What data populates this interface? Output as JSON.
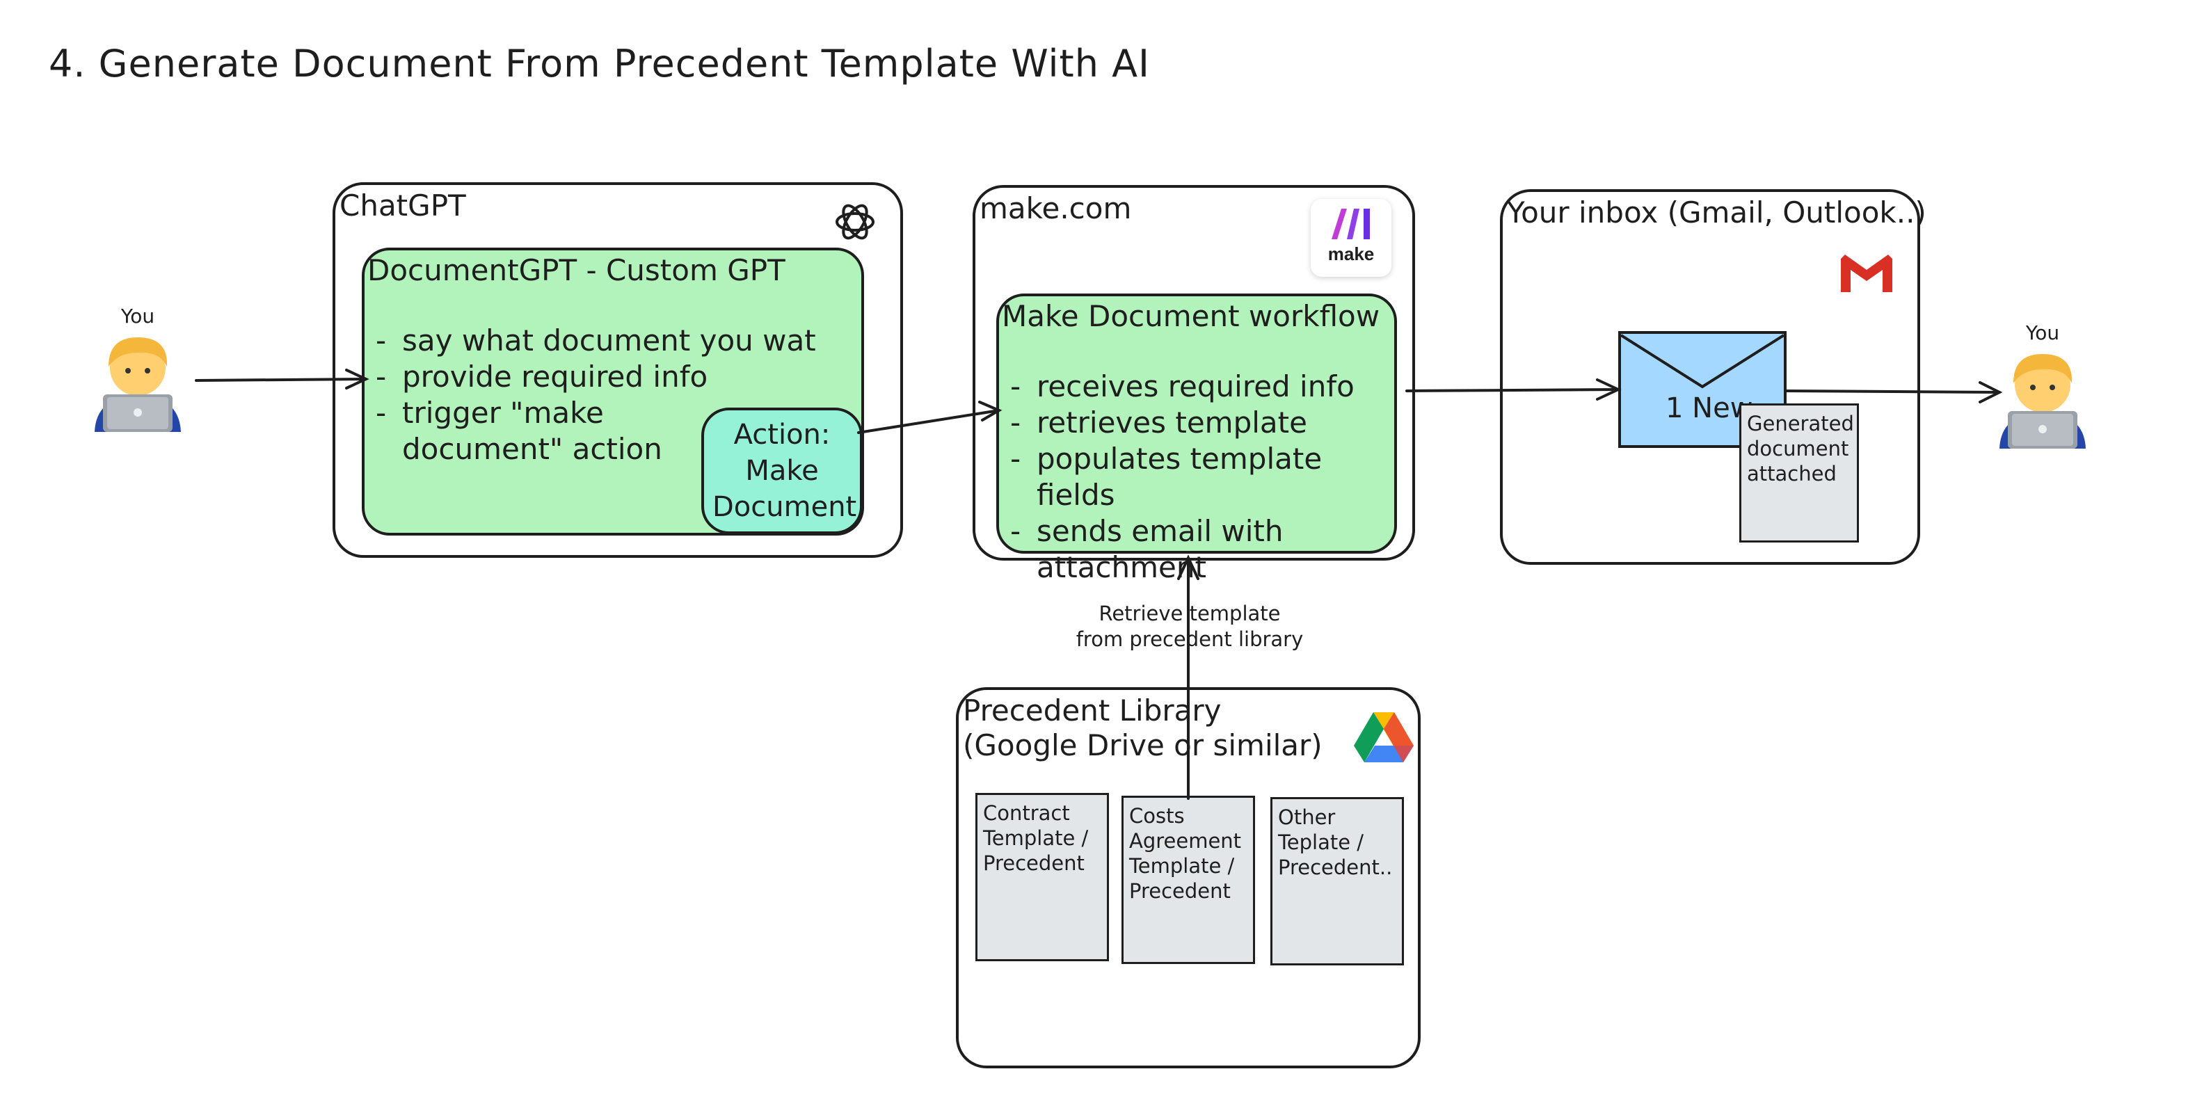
{
  "title": "4. Generate Document From Precedent Template With AI",
  "actors": {
    "left_label": "You",
    "right_label": "You"
  },
  "chatgpt": {
    "label": "ChatGPT",
    "icon": "openai-logo-icon",
    "card_title": "DocumentGPT - Custom GPT",
    "items": [
      "say what document you wat",
      "provide required info",
      "trigger \"make document\" action"
    ],
    "action_box": "Action: Make Document"
  },
  "make": {
    "label": "make.com",
    "icon": "make-logo-icon",
    "logo_text": "make",
    "card_title": "Make Document workflow",
    "items": [
      "receives required info",
      "retrieves template",
      "populates template fields",
      "sends email with attachment"
    ]
  },
  "inbox": {
    "label": "Your inbox (Gmail, Outlook..)",
    "icon": "gmail-logo-icon",
    "envelope_text": "1 New",
    "attachment_text": "Generated document attached"
  },
  "library": {
    "label_line1": "Precedent Library",
    "label_line2": "(Google Drive or similar)",
    "icon": "google-drive-logo-icon",
    "docs": [
      "Contract Template / Precedent",
      "Costs Agreement Template / Precedent",
      "Other Teplate / Precedent.."
    ]
  },
  "connector_note": {
    "line1": "Retrieve template",
    "line2": "from precedent library"
  },
  "colors": {
    "card_green": "#b2f2bb",
    "action_teal": "#96f2d7",
    "envelope_blue": "#a5d8ff",
    "doc_gray": "#e3e6e9",
    "stroke": "#1e1e1e"
  }
}
